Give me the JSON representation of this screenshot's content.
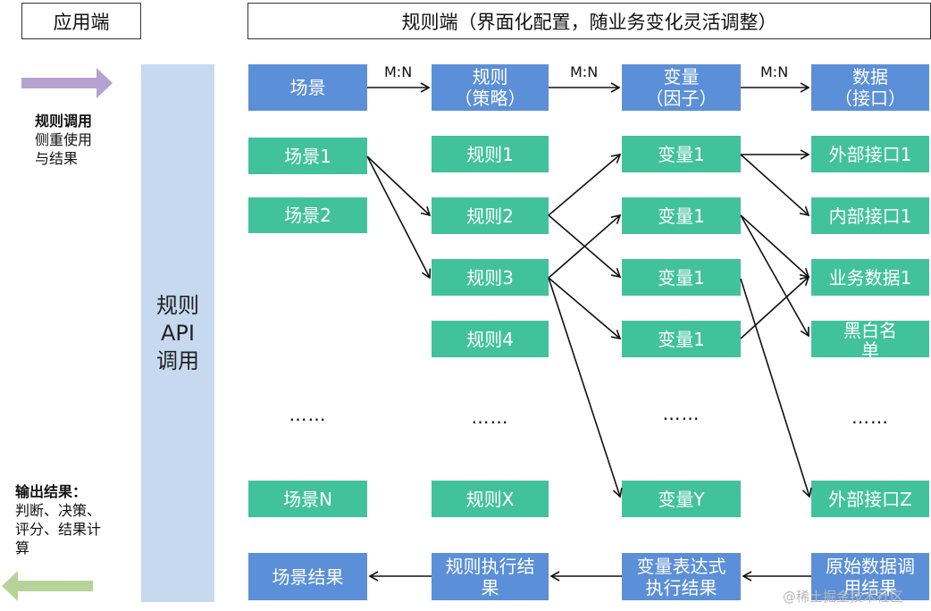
{
  "headers": {
    "app": "应用端",
    "rules": "规则端（界面化配置，随业务变化灵活调整）"
  },
  "side": {
    "rule_call_title": "规则调用",
    "rule_call_desc": "侧重使用\n与结果",
    "output_title": "输出结果：",
    "output_desc": "判断、决策、\n评分、结果计\n算"
  },
  "api_block": "规则\nAPI\n调用",
  "top_row": {
    "scene": "场景",
    "rule": "规则\n（策略）",
    "variable": "变量\n（因子）",
    "data": "数据\n（接口）",
    "relation_1": "M:N",
    "relation_2": "M:N",
    "relation_3": "M:N"
  },
  "scenes": [
    "场景1",
    "场景2",
    "……",
    "场景N"
  ],
  "rules": [
    "规则1",
    "规则2",
    "规则3",
    "规则4",
    "……",
    "规则X"
  ],
  "variables": [
    "变量1",
    "变量1",
    "变量1",
    "变量1",
    "……",
    "变量Y"
  ],
  "data_items": [
    "外部接口1",
    "内部接口1",
    "业务数据1",
    "黑白名\n单",
    "……",
    "外部接口Z"
  ],
  "results": {
    "scene_result": "场景结果",
    "rule_result": "规则执行结\n果",
    "variable_result": "变量表达式\n执行结果",
    "data_result": "原始数据调\n用结果"
  },
  "watermark": "@稀土掘金技术社区",
  "colors": {
    "blue_box": "#5b8fd8",
    "green_box": "#42c29b",
    "api_bg": "#c6d9ef",
    "purple_arrow": "#b5a2d1",
    "green_arrow": "#b7d39a"
  }
}
